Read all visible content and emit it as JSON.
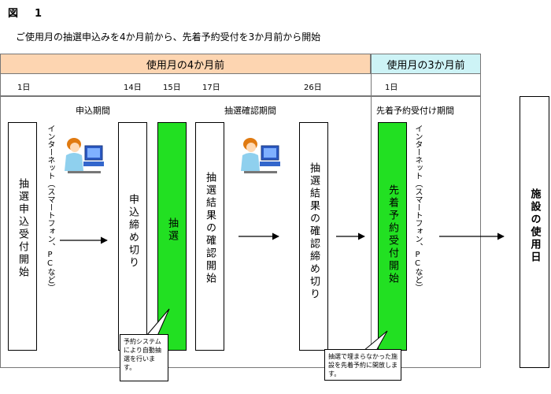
{
  "figure_label": "図　1",
  "subtitle": "ご使用月の抽選申込みを4か月前から、先着予約受付を3か月前から開始",
  "headers": {
    "four_months": "使用月の4か月前",
    "three_months": "使用月の3か月前"
  },
  "days": {
    "d1": "1日",
    "d14": "14日",
    "d15": "15日",
    "d17": "17日",
    "d26": "26日",
    "d1b": "1日"
  },
  "periods": {
    "application": "申込期間",
    "confirmation": "抽選確認期間",
    "first_come": "先着予約受付け期間"
  },
  "boxes": {
    "lottery_start": "抽選申込受付開始",
    "app_deadline": "申込締め切り",
    "lottery": "抽選",
    "result_start": "抽選結果の確認開始",
    "result_deadline": "抽選結果の確認締め切り",
    "first_come_start": "先着予約受付開始",
    "use_day": "施設の使用日"
  },
  "internet_label": "インターネット（スマートフォン、PCなど）",
  "callouts": {
    "auto_lottery": "予約システムにより自動抽選を行います。",
    "open_unfilled": "抽選で埋まらなかった施設を先着予約に開放します。"
  },
  "colors": {
    "header_orange": "#fdd5b1",
    "header_cyan": "#cdf3f6",
    "green": "#22e022"
  }
}
